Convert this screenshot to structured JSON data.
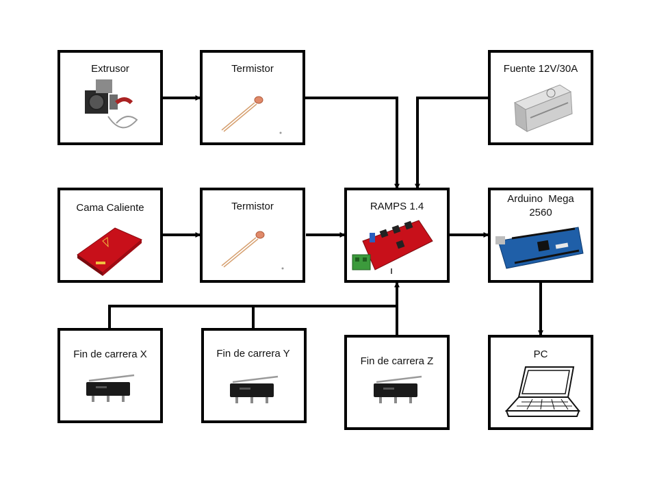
{
  "boxes": {
    "extrusor": {
      "label": "Extrusor"
    },
    "termistor1": {
      "label": "Termistor"
    },
    "fuente": {
      "label": "Fuente 12V/30A"
    },
    "cama": {
      "label": "Cama Caliente"
    },
    "termistor2": {
      "label": "Termistor"
    },
    "ramps": {
      "label": "RAMPS 1.4"
    },
    "arduino": {
      "label_line1": "Arduino  Mega",
      "label_line2": "2560"
    },
    "fin_x": {
      "label": "Fin de carrera X"
    },
    "fin_y": {
      "label": "Fin de carrera Y"
    },
    "fin_z": {
      "label": "Fin de carrera Z"
    },
    "pc": {
      "label": "PC"
    }
  },
  "colors": {
    "line": "#000000",
    "board_red": "#c8101a",
    "arduino_blue": "#1f5fa8",
    "terminal_green": "#3c9a3c",
    "psu_silver": "#c9c9c9"
  },
  "icons": {
    "extrusor": "extruder-icon",
    "termistor": "thermistor-icon",
    "fuente": "power-supply-icon",
    "cama": "heated-bed-icon",
    "ramps": "ramps-board-icon",
    "arduino": "arduino-board-icon",
    "fin": "endstop-switch-icon",
    "pc": "laptop-icon"
  }
}
